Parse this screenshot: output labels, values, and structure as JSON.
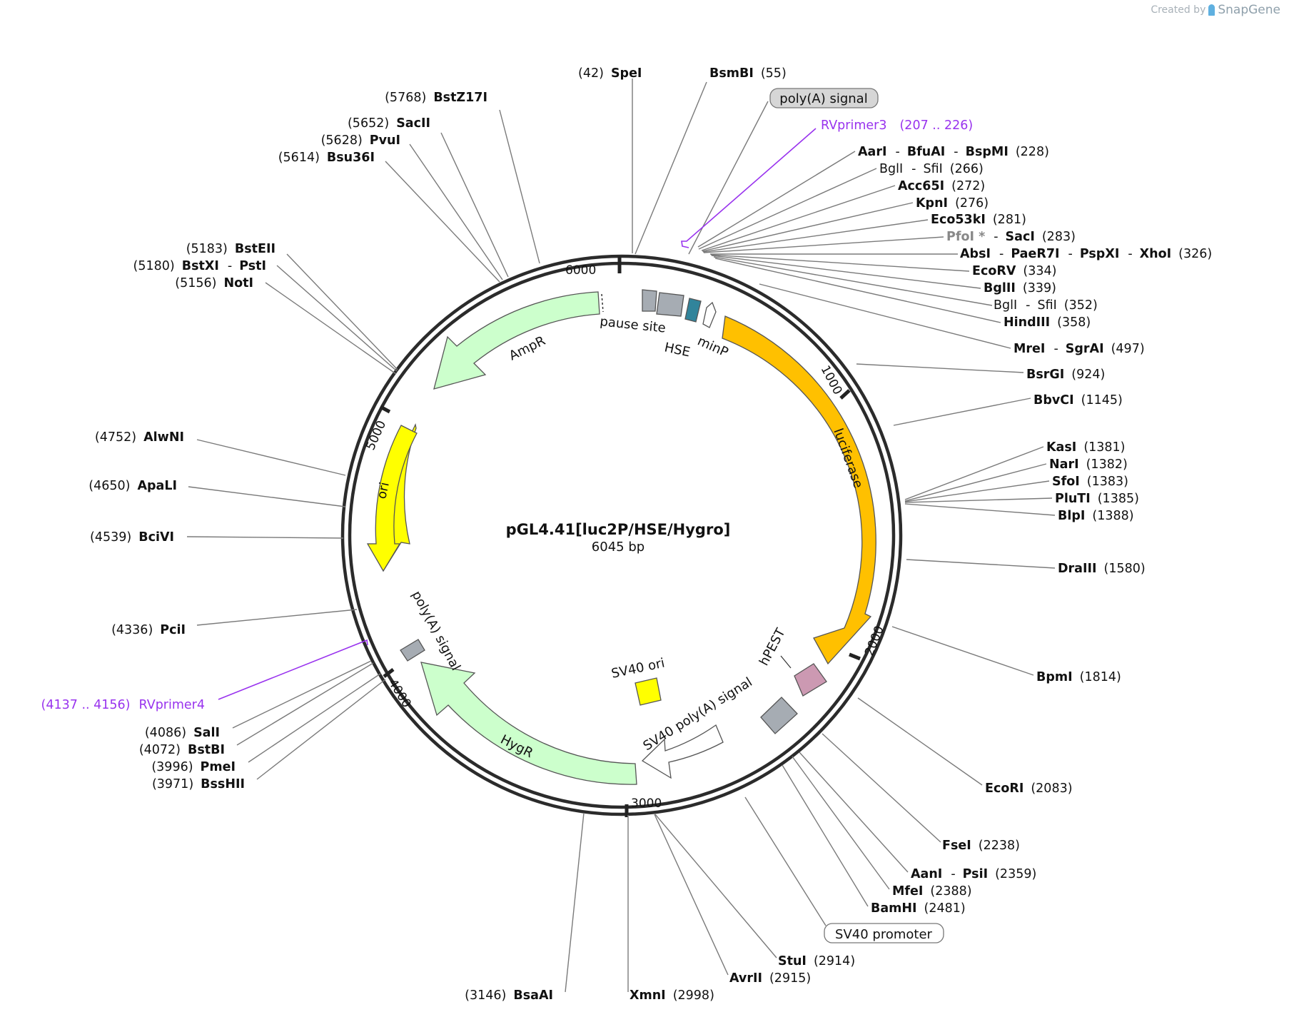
{
  "credit": {
    "prefix": "Created by",
    "brand": "SnapGene"
  },
  "plasmid": {
    "name": "pGL4.41[luc2P/HSE/Hygro]",
    "length_label": "6045 bp",
    "length": 6045
  },
  "ticks": [
    "1000",
    "2000",
    "3000",
    "4000",
    "5000",
    "6000"
  ],
  "features": [
    {
      "id": "luciferase",
      "label": "luciferase",
      "color": "#ffc000",
      "kind": "arrow",
      "dir": 1
    },
    {
      "id": "hpest",
      "label": "hPEST",
      "color": "#cc99b2",
      "kind": "arrow",
      "dir": 1
    },
    {
      "id": "sv40polya",
      "label": "SV40 poly(A) signal",
      "color": "#ffffff",
      "kind": "arrow",
      "dir": -1
    },
    {
      "id": "hygr",
      "label": "HygR",
      "color": "#ccffcc",
      "kind": "arrow",
      "dir": -1
    },
    {
      "id": "polya2",
      "label": "poly(A) signal",
      "color": "#a6acb3",
      "kind": "box"
    },
    {
      "id": "ori",
      "label": "ori",
      "color": "#ffff00",
      "kind": "arrow",
      "dir": -1
    },
    {
      "id": "ampr",
      "label": "AmpR",
      "color": "#ccffcc",
      "kind": "arrow",
      "dir": -1
    },
    {
      "id": "pause",
      "label": "pause site",
      "color": "#a6acb3",
      "kind": "box"
    },
    {
      "id": "hse",
      "label": "HSE",
      "color": "#31849b",
      "kind": "box"
    },
    {
      "id": "minp",
      "label": "minP",
      "color": "#ffffff",
      "kind": "arrow",
      "dir": 1
    },
    {
      "id": "sv40ori",
      "label": "SV40 ori",
      "color": "#ffff00",
      "kind": "box"
    },
    {
      "id": "sv40gray",
      "label": "",
      "color": "#a6acb3",
      "kind": "box"
    }
  ],
  "outer_labels": {
    "polya_top": "poly(A) signal",
    "sv40_promoter": "SV40 promoter"
  },
  "primers": [
    {
      "id": "rv3",
      "name": "RVprimer3",
      "range": "(207 .. 226)"
    },
    {
      "id": "rv4",
      "name": "RVprimer4",
      "range": "(4137 .. 4156)"
    }
  ],
  "sites": [
    {
      "id": "spei",
      "parts": [
        [
          "pos",
          "(42)"
        ],
        [
          "en",
          "SpeI"
        ]
      ]
    },
    {
      "id": "bsmbi",
      "parts": [
        [
          "en",
          "BsmBI"
        ],
        [
          "pos",
          "(55)"
        ]
      ]
    },
    {
      "id": "aari",
      "parts": [
        [
          "en",
          "AarI"
        ],
        [
          "sep",
          "-"
        ],
        [
          "en",
          "BfuAI"
        ],
        [
          "sep",
          "-"
        ],
        [
          "en",
          "BspMI"
        ],
        [
          "pos",
          "(228)"
        ]
      ]
    },
    {
      "id": "bgli1",
      "parts": [
        [
          "nonunique",
          "BglI"
        ],
        [
          "sep",
          "-"
        ],
        [
          "nonunique",
          "SfiI"
        ],
        [
          "pos",
          "(266)"
        ]
      ]
    },
    {
      "id": "acc65i",
      "parts": [
        [
          "en",
          "Acc65I"
        ],
        [
          "pos",
          "(272)"
        ]
      ]
    },
    {
      "id": "kpni",
      "parts": [
        [
          "en",
          "KpnI"
        ],
        [
          "pos",
          "(276)"
        ]
      ]
    },
    {
      "id": "eco53ki",
      "parts": [
        [
          "en",
          "Eco53kI"
        ],
        [
          "pos",
          "(281)"
        ]
      ]
    },
    {
      "id": "pfoi",
      "parts": [
        [
          "dim",
          "PfoI *"
        ],
        [
          "sep",
          "-"
        ],
        [
          "en",
          "SacI"
        ],
        [
          "pos",
          "(283)"
        ]
      ]
    },
    {
      "id": "absi",
      "parts": [
        [
          "en",
          "AbsI"
        ],
        [
          "sep",
          "-"
        ],
        [
          "en",
          "PaeR7I"
        ],
        [
          "sep",
          "-"
        ],
        [
          "en",
          "PspXI"
        ],
        [
          "sep",
          "-"
        ],
        [
          "en",
          "XhoI"
        ],
        [
          "pos",
          "(326)"
        ]
      ]
    },
    {
      "id": "ecorv",
      "parts": [
        [
          "en",
          "EcoRV"
        ],
        [
          "pos",
          "(334)"
        ]
      ]
    },
    {
      "id": "bglii",
      "parts": [
        [
          "en",
          "BglII"
        ],
        [
          "pos",
          "(339)"
        ]
      ]
    },
    {
      "id": "bgli2",
      "parts": [
        [
          "nonunique",
          "BglI"
        ],
        [
          "sep",
          "-"
        ],
        [
          "nonunique",
          "SfiI"
        ],
        [
          "pos",
          "(352)"
        ]
      ]
    },
    {
      "id": "hindiii",
      "parts": [
        [
          "en",
          "HindIII"
        ],
        [
          "pos",
          "(358)"
        ]
      ]
    },
    {
      "id": "mrei",
      "parts": [
        [
          "en",
          "MreI"
        ],
        [
          "sep",
          "-"
        ],
        [
          "en",
          "SgrAI"
        ],
        [
          "pos",
          "(497)"
        ]
      ]
    },
    {
      "id": "bsrgi",
      "parts": [
        [
          "en",
          "BsrGI"
        ],
        [
          "pos",
          "(924)"
        ]
      ]
    },
    {
      "id": "bbvci",
      "parts": [
        [
          "en",
          "BbvCI"
        ],
        [
          "pos",
          "(1145)"
        ]
      ]
    },
    {
      "id": "kasi",
      "parts": [
        [
          "en",
          "KasI"
        ],
        [
          "pos",
          "(1381)"
        ]
      ]
    },
    {
      "id": "nari",
      "parts": [
        [
          "en",
          "NarI"
        ],
        [
          "pos",
          "(1382)"
        ]
      ]
    },
    {
      "id": "sfoi",
      "parts": [
        [
          "en",
          "SfoI"
        ],
        [
          "pos",
          "(1383)"
        ]
      ]
    },
    {
      "id": "pluti",
      "parts": [
        [
          "en",
          "PluTI"
        ],
        [
          "pos",
          "(1385)"
        ]
      ]
    },
    {
      "id": "blpi",
      "parts": [
        [
          "en",
          "BlpI"
        ],
        [
          "pos",
          "(1388)"
        ]
      ]
    },
    {
      "id": "draiii",
      "parts": [
        [
          "en",
          "DraIII"
        ],
        [
          "pos",
          "(1580)"
        ]
      ]
    },
    {
      "id": "bpmi",
      "parts": [
        [
          "en",
          "BpmI"
        ],
        [
          "pos",
          "(1814)"
        ]
      ]
    },
    {
      "id": "ecori",
      "parts": [
        [
          "en",
          "EcoRI"
        ],
        [
          "pos",
          "(2083)"
        ]
      ]
    },
    {
      "id": "fsei",
      "parts": [
        [
          "en",
          "FseI"
        ],
        [
          "pos",
          "(2238)"
        ]
      ]
    },
    {
      "id": "aani",
      "parts": [
        [
          "en",
          "AanI"
        ],
        [
          "sep",
          "-"
        ],
        [
          "en",
          "PsiI"
        ],
        [
          "pos",
          "(2359)"
        ]
      ]
    },
    {
      "id": "mfei",
      "parts": [
        [
          "en",
          "MfeI"
        ],
        [
          "pos",
          "(2388)"
        ]
      ]
    },
    {
      "id": "bamhi",
      "parts": [
        [
          "en",
          "BamHI"
        ],
        [
          "pos",
          "(2481)"
        ]
      ]
    },
    {
      "id": "stui",
      "parts": [
        [
          "en",
          "StuI"
        ],
        [
          "pos",
          "(2914)"
        ]
      ]
    },
    {
      "id": "avrii",
      "parts": [
        [
          "en",
          "AvrII"
        ],
        [
          "pos",
          "(2915)"
        ]
      ]
    },
    {
      "id": "xmni",
      "parts": [
        [
          "en",
          "XmnI"
        ],
        [
          "pos",
          "(2998)"
        ]
      ]
    },
    {
      "id": "bsaai",
      "parts": [
        [
          "pos",
          "(3146)"
        ],
        [
          "en",
          "BsaAI"
        ]
      ]
    },
    {
      "id": "bsshii",
      "parts": [
        [
          "pos",
          "(3971)"
        ],
        [
          "en",
          "BssHII"
        ]
      ]
    },
    {
      "id": "pmei",
      "parts": [
        [
          "pos",
          "(3996)"
        ],
        [
          "en",
          "PmeI"
        ]
      ]
    },
    {
      "id": "bstbi",
      "parts": [
        [
          "pos",
          "(4072)"
        ],
        [
          "en",
          "BstBI"
        ]
      ]
    },
    {
      "id": "sali",
      "parts": [
        [
          "pos",
          "(4086)"
        ],
        [
          "en",
          "SalI"
        ]
      ]
    },
    {
      "id": "pcii",
      "parts": [
        [
          "pos",
          "(4336)"
        ],
        [
          "en",
          "PciI"
        ]
      ]
    },
    {
      "id": "bcivi",
      "parts": [
        [
          "pos",
          "(4539)"
        ],
        [
          "en",
          "BciVI"
        ]
      ]
    },
    {
      "id": "apali",
      "parts": [
        [
          "pos",
          "(4650)"
        ],
        [
          "en",
          "ApaLI"
        ]
      ]
    },
    {
      "id": "alwni",
      "parts": [
        [
          "pos",
          "(4752)"
        ],
        [
          "en",
          "AlwNI"
        ]
      ]
    },
    {
      "id": "noti",
      "parts": [
        [
          "pos",
          "(5156)"
        ],
        [
          "en",
          "NotI"
        ]
      ]
    },
    {
      "id": "bstxi",
      "parts": [
        [
          "pos",
          "(5180)"
        ],
        [
          "en",
          "BstXI"
        ],
        [
          "sep",
          "-"
        ],
        [
          "en",
          "PstI"
        ]
      ]
    },
    {
      "id": "bsteii",
      "parts": [
        [
          "pos",
          "(5183)"
        ],
        [
          "en",
          "BstEII"
        ]
      ]
    },
    {
      "id": "bsu36i",
      "parts": [
        [
          "pos",
          "(5614)"
        ],
        [
          "en",
          "Bsu36I"
        ]
      ]
    },
    {
      "id": "pvui",
      "parts": [
        [
          "pos",
          "(5628)"
        ],
        [
          "en",
          "PvuI"
        ]
      ]
    },
    {
      "id": "sacii",
      "parts": [
        [
          "pos",
          "(5652)"
        ],
        [
          "en",
          "SacII"
        ]
      ]
    },
    {
      "id": "bstz17i",
      "parts": [
        [
          "pos",
          "(5768)"
        ],
        [
          "en",
          "BstZ17I"
        ]
      ]
    }
  ]
}
